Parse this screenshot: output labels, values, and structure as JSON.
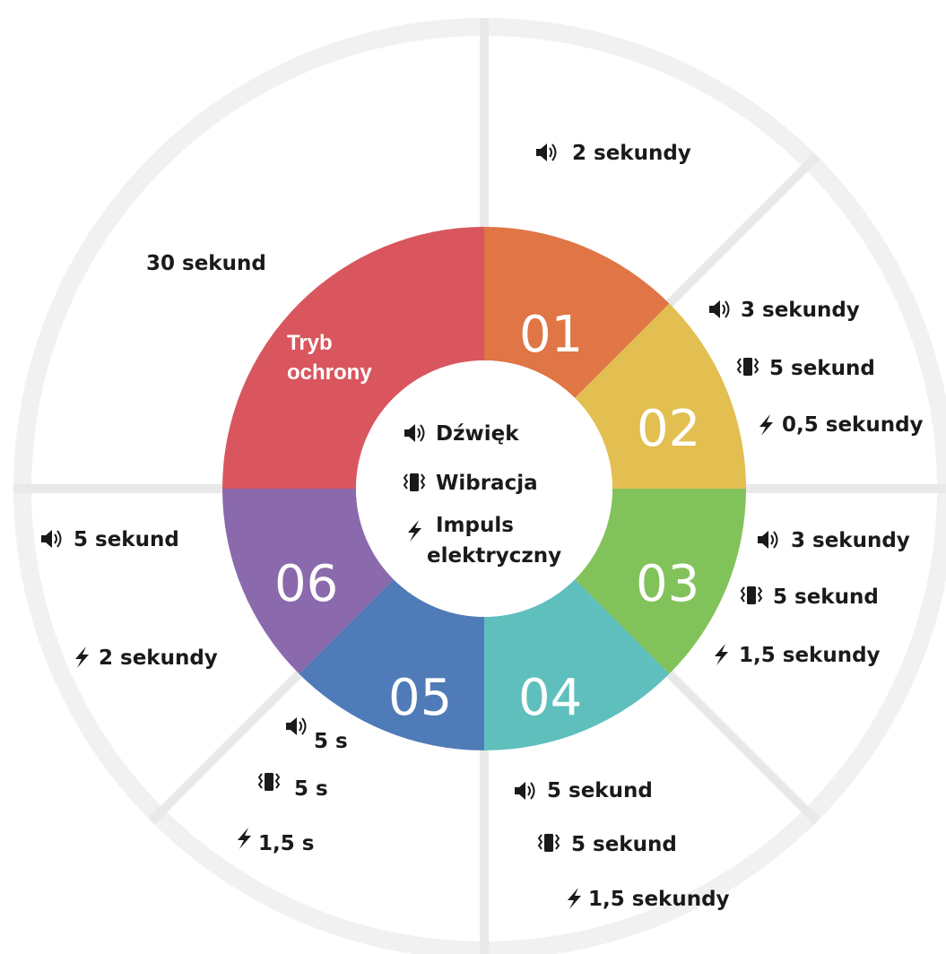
{
  "modes": [
    {
      "id": "protect",
      "label_lines": [
        "Tryb",
        "ochrony"
      ],
      "color": "#d9565f"
    },
    {
      "id": "01",
      "number": "01",
      "color": "#e07545"
    },
    {
      "id": "02",
      "number": "02",
      "color": "#e2bf50"
    },
    {
      "id": "03",
      "number": "03",
      "color": "#82c25a"
    },
    {
      "id": "04",
      "number": "04",
      "color": "#5ebfbd"
    },
    {
      "id": "05",
      "number": "05",
      "color": "#4f7bb8"
    },
    {
      "id": "06",
      "number": "06",
      "color": "#8a6aac"
    }
  ],
  "legend": {
    "sound": "Dźwięk",
    "vibration": "Wibracja",
    "impulse_lines": [
      "Impuls",
      "elektryczny"
    ]
  },
  "annotations": {
    "protect": [
      "30 sekund"
    ],
    "m01": [
      "2 sekundy"
    ],
    "m02": [
      "3 sekundy",
      "5 sekund",
      "0,5 sekundy"
    ],
    "m03": [
      "3 sekundy",
      "5 sekund",
      "1,5 sekundy"
    ],
    "m04": [
      "5 sekund",
      "5 sekund",
      "1,5 sekundy"
    ],
    "m05": [
      "5 s",
      "5 s",
      "1,5 s"
    ],
    "m06": [
      "5 sekund",
      "2 sekundy"
    ]
  },
  "icons": {
    "sound": "speaker-icon",
    "vibration": "vibration-icon",
    "impulse": "lightning-icon"
  }
}
